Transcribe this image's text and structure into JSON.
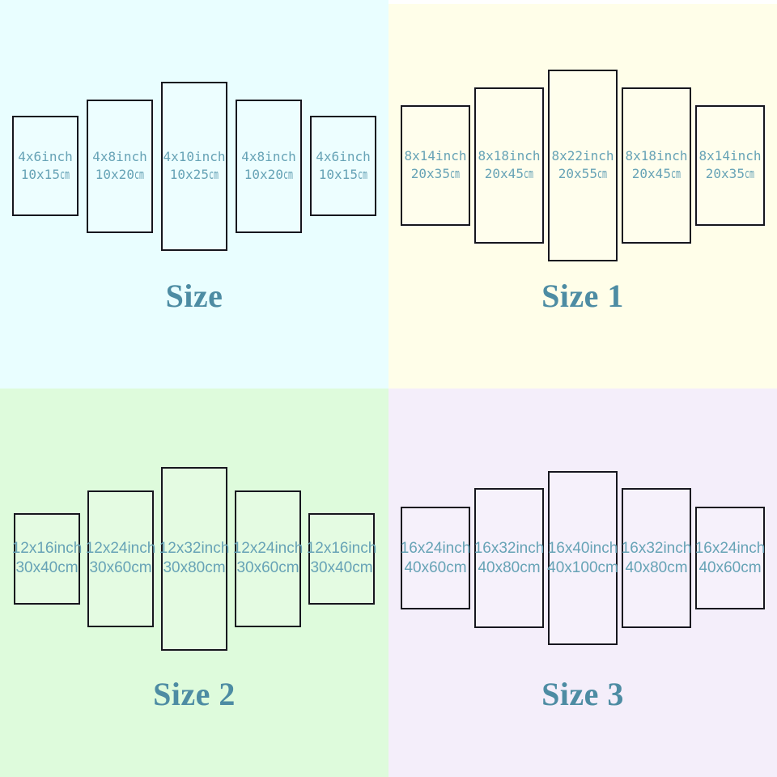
{
  "colors": {
    "label_text": "#67a3b6",
    "title_text": "#4d8ca3",
    "panel_border": "#16161e",
    "bg_size": "#e9feff",
    "bg_size1": "#fffee9",
    "bg_size2": "#defbdc",
    "bg_size3": "#f4eefa"
  },
  "quadrants": [
    {
      "title": "Size",
      "panels": [
        {
          "inch": "4x6inch",
          "cm_value": "10x15",
          "cm_unit": "cm"
        },
        {
          "inch": "4x8inch",
          "cm_value": "10x20",
          "cm_unit": "cm"
        },
        {
          "inch": "4x10inch",
          "cm_value": "10x25",
          "cm_unit": "cm"
        },
        {
          "inch": "4x8inch",
          "cm_value": "10x20",
          "cm_unit": "cm"
        },
        {
          "inch": "4x6inch",
          "cm_value": "10x15",
          "cm_unit": "cm"
        }
      ]
    },
    {
      "title": "Size 1",
      "panels": [
        {
          "inch": "8x14inch",
          "cm_value": "20x35",
          "cm_unit": "cm"
        },
        {
          "inch": "8x18inch",
          "cm_value": "20x45",
          "cm_unit": "cm"
        },
        {
          "inch": "8x22inch",
          "cm_value": "20x55",
          "cm_unit": "cm"
        },
        {
          "inch": "8x18inch",
          "cm_value": "20x45",
          "cm_unit": "cm"
        },
        {
          "inch": "8x14inch",
          "cm_value": "20x35",
          "cm_unit": "cm"
        }
      ]
    },
    {
      "title": "Size 2",
      "panels": [
        {
          "inch": "12x16inch",
          "cm_value": "30x40",
          "cm_unit": "cm"
        },
        {
          "inch": "12x24inch",
          "cm_value": "30x60",
          "cm_unit": "cm"
        },
        {
          "inch": "12x32inch",
          "cm_value": "30x80",
          "cm_unit": "cm"
        },
        {
          "inch": "12x24inch",
          "cm_value": "30x60",
          "cm_unit": "cm"
        },
        {
          "inch": "12x16inch",
          "cm_value": "30x40",
          "cm_unit": "cm"
        }
      ]
    },
    {
      "title": "Size 3",
      "panels": [
        {
          "inch": "16x24inch",
          "cm_value": "40x60",
          "cm_unit": "cm"
        },
        {
          "inch": "16x32inch",
          "cm_value": "40x80",
          "cm_unit": "cm"
        },
        {
          "inch": "16x40inch",
          "cm_value": "40x100",
          "cm_unit": "cm"
        },
        {
          "inch": "16x32inch",
          "cm_value": "40x80",
          "cm_unit": "cm"
        },
        {
          "inch": "16x24inch",
          "cm_value": "40x60",
          "cm_unit": "cm"
        }
      ]
    }
  ]
}
